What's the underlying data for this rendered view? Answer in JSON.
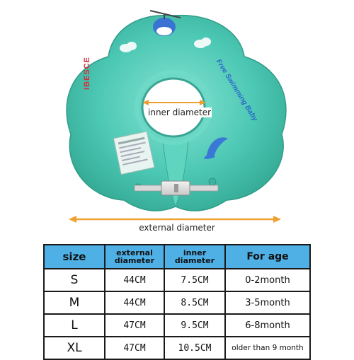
{
  "labels": {
    "inner": "inner diameter",
    "outer": "external diameter"
  },
  "product": {
    "brand_left": "IBESCE",
    "brand_right": "Free Swimming Baby"
  },
  "colors": {
    "ring_fill": "#4cc8b4",
    "arrow": "#f0a030",
    "header": "#4fb0e6"
  },
  "table": {
    "headers": {
      "size": "size",
      "external_line1": "external",
      "external_line2": "diameter",
      "inner_line1": "inner",
      "inner_line2": "diameter",
      "age": "For age"
    },
    "rows": [
      {
        "size": "S",
        "external": "44CM",
        "inner": "7.5CM",
        "age": "0-2month"
      },
      {
        "size": "M",
        "external": "44CM",
        "inner": "8.5CM",
        "age": "3-5month"
      },
      {
        "size": "L",
        "external": "47CM",
        "inner": "9.5CM",
        "age": "6-8month"
      },
      {
        "size": "XL",
        "external": "47CM",
        "inner": "10.5CM",
        "age": "older than 9 month"
      }
    ]
  }
}
